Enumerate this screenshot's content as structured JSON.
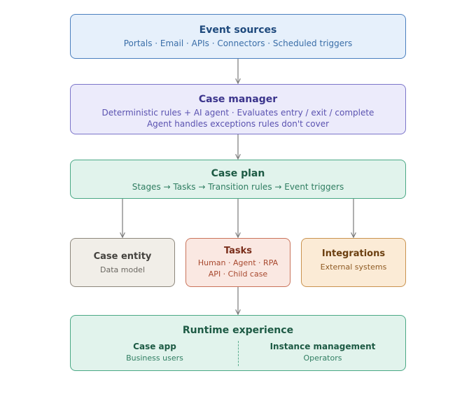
{
  "event_sources": {
    "title": "Event sources",
    "subtitle": "Portals · Email · APIs · Connectors · Scheduled triggers"
  },
  "case_manager": {
    "title": "Case manager",
    "line1": "Deterministic rules + AI agent · Evaluates entry / exit / complete",
    "line2": "Agent handles exceptions rules don't cover"
  },
  "case_plan": {
    "title": "Case plan",
    "subtitle": "Stages → Tasks → Transition rules → Event triggers"
  },
  "case_entity": {
    "title": "Case entity",
    "subtitle": "Data model"
  },
  "tasks": {
    "title": "Tasks",
    "line1": "Human · Agent · RPA",
    "line2": "API · Child case"
  },
  "integrations": {
    "title": "Integrations",
    "subtitle": "External systems"
  },
  "runtime": {
    "title": "Runtime experience",
    "left_title": "Case app",
    "left_sub": "Business users",
    "right_title": "Instance management",
    "right_sub": "Operators"
  },
  "colors": {
    "arrow": "#7a7a7a",
    "event_sources_fill": "#e6f0fb",
    "case_manager_fill": "#ecebfb",
    "case_plan_fill": "#e1f3ec",
    "case_entity_fill": "#f1eee8",
    "tasks_fill": "#fae8e2",
    "integrations_fill": "#fbebd6",
    "runtime_fill": "#e1f3ec"
  }
}
